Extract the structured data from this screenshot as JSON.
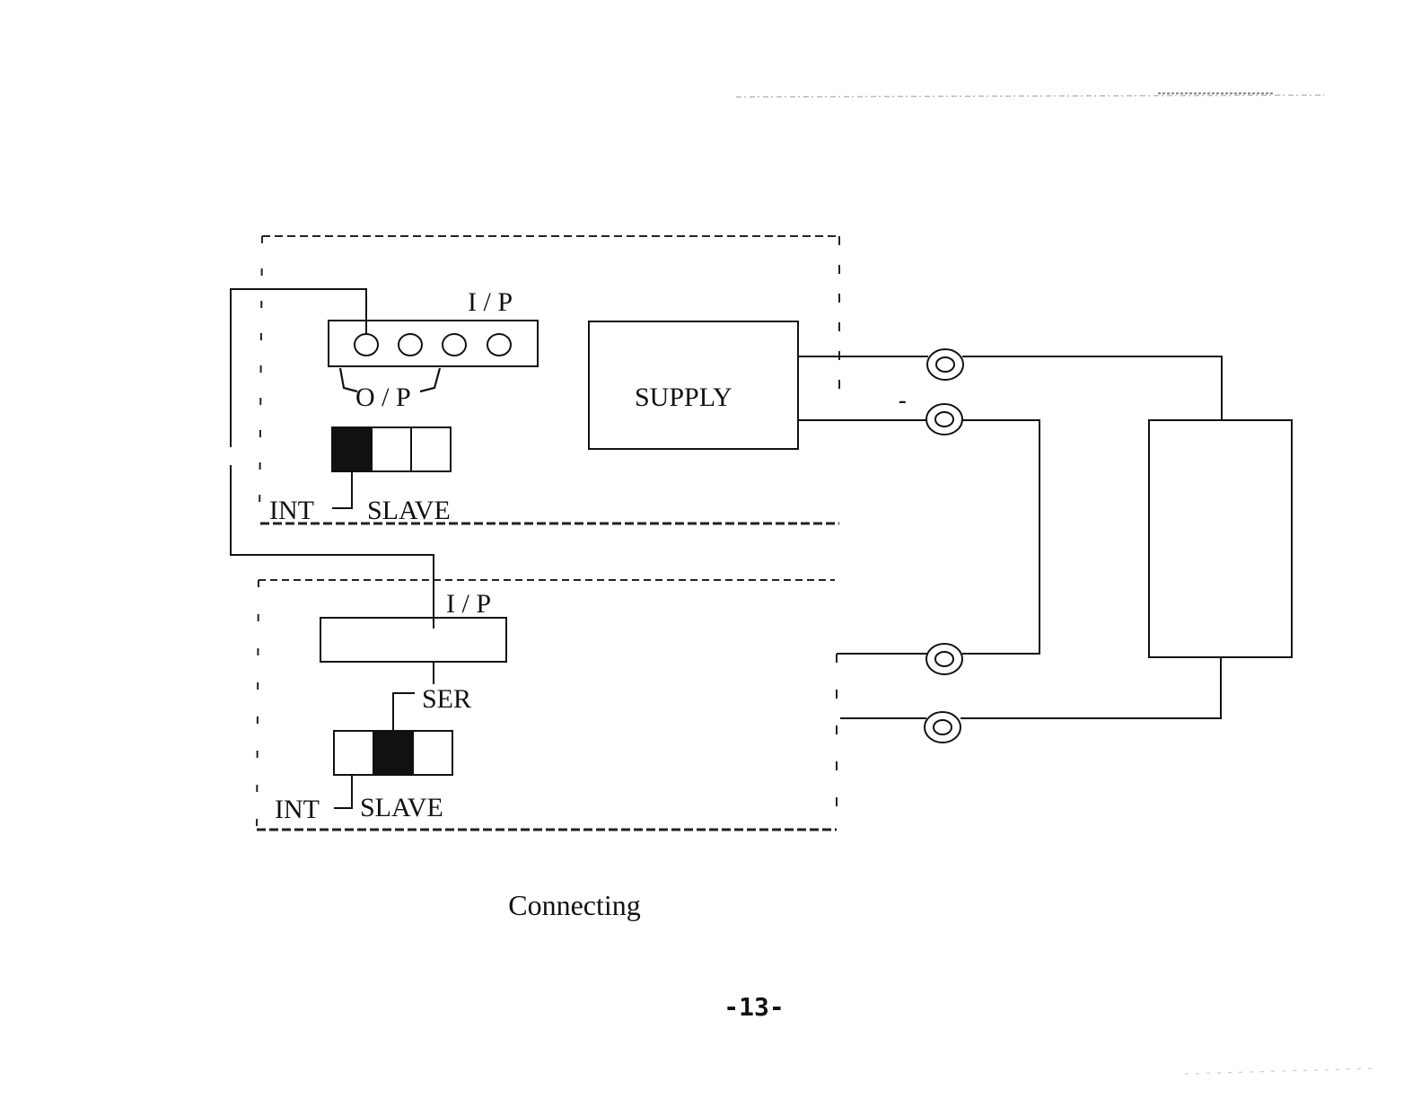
{
  "diagram": {
    "upper_unit": {
      "input_label": "I / P",
      "output_label": "O / P",
      "supply_label": "SUPPLY",
      "switch_left_label": "INT",
      "switch_right_label": "SLAVE",
      "minus_sign": "-"
    },
    "lower_unit": {
      "input_label": "I / P",
      "series_label": "SER",
      "switch_left_label": "INT",
      "switch_right_label": "SLAVE"
    }
  },
  "caption": "Connecting",
  "page_number": "-13-"
}
